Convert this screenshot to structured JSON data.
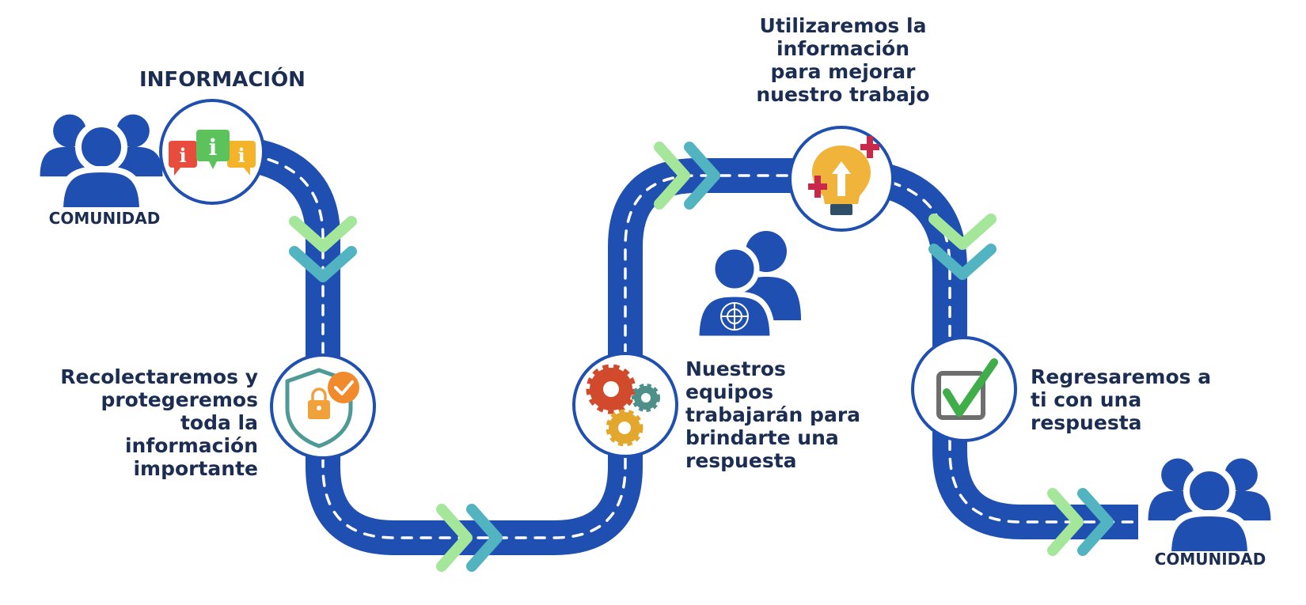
{
  "colors": {
    "road": "#1f4fb0",
    "dash": "#ffffff",
    "arrow_light": "#a4e69a",
    "arrow_teal": "#52b4c0",
    "people": "#1f4fb0",
    "text": "#1b2d52"
  },
  "start": {
    "label": "COMUNIDAD",
    "icon": "community-icon"
  },
  "end": {
    "label": "COMUNIDAD",
    "icon": "community-icon"
  },
  "team": {
    "icon": "un-staff-icon"
  },
  "steps": [
    {
      "text": "INFORMACIÓN",
      "icon": "information-icon"
    },
    {
      "text": "Recolectaremos y protegeremos toda la información importante",
      "icon": "shield-lock-icon"
    },
    {
      "text": "Nuestros equipos trabajarán para brindarte una respuesta",
      "icon": "gears-icon"
    },
    {
      "text": "Utilizaremos la información para mejorar nuestro trabajo",
      "icon": "lightbulb-icon"
    },
    {
      "text": "Regresaremos a ti con una respuesta",
      "icon": "checkbox-icon"
    }
  ]
}
